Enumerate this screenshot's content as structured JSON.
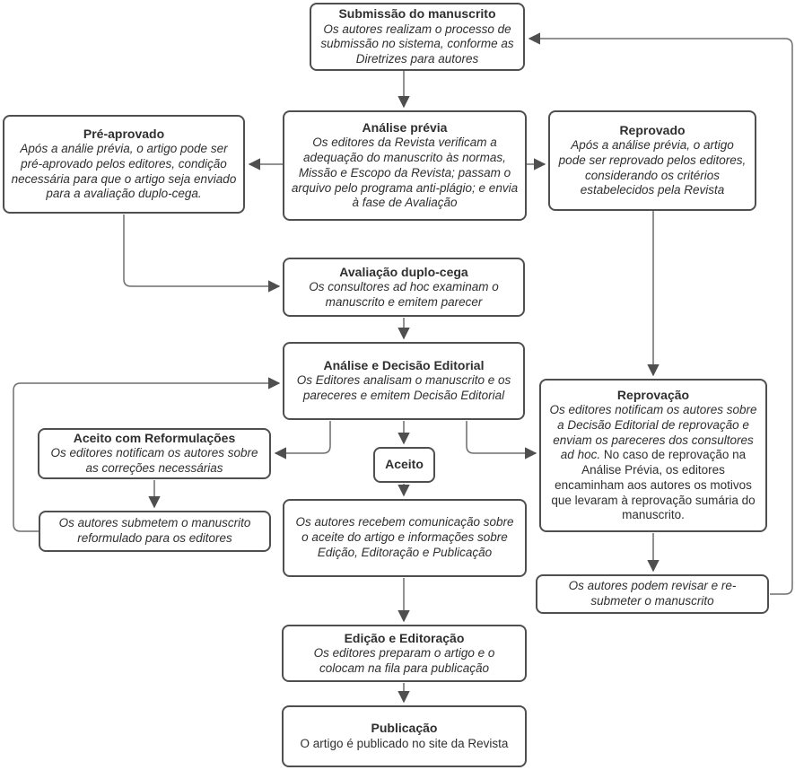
{
  "colors": {
    "canvas-bg": "#ffffff",
    "node-border": "#4f4f4f",
    "node-bg": "#ffffff",
    "text": "#2f2f2f",
    "connector": "#6e6e6e",
    "arrowhead": "#4f4f4f"
  },
  "diagram": {
    "nodes": {
      "submissao": {
        "title": "Submissão do manuscrito",
        "body": "Os autores realizam o processo de submissão no sistema, conforme as Diretrizes para autores"
      },
      "analise_previa": {
        "title": "Análise prévia",
        "body": "Os editores da Revista verificam a adequação do manuscrito às normas, Missão e Escopo da Revista; passam o arquivo pelo programa anti-plágio; e envia à fase de Avaliação"
      },
      "pre_aprovado": {
        "title": "Pré-aprovado",
        "body": "Após a análie prévia, o artigo pode ser pré-aprovado pelos editores, condição necessária para que o artigo seja enviado para a avaliação duplo-cega."
      },
      "reprovado": {
        "title": "Reprovado",
        "body": "Após a análise prévia, o artigo pode ser reprovado pelos editores, considerando os critérios estabelecidos pela Revista"
      },
      "avaliacao_duplo_cega": {
        "title": "Avaliação duplo-cega",
        "body": "Os consultores ad hoc examinam o manuscrito e emitem parecer"
      },
      "analise_decisao": {
        "title": "Análise e Decisão Editorial",
        "body": "Os Editores analisam o manuscrito e os pareceres e emitem Decisão Editorial"
      },
      "aceito_reformulacoes": {
        "title": "Aceito com Reformulações",
        "body": "Os editores notificam os autores sobre as correções necessárias"
      },
      "autores_submetem": {
        "body": "Os autores submetem o manuscrito reformulado para os editores"
      },
      "aceito": {
        "title": "Aceito"
      },
      "autores_recebem": {
        "body": "Os autores recebem comunicação sobre o aceite do artigo e informações sobre Edição, Editoração e Publicação"
      },
      "reprovacao": {
        "title": "Reprovação",
        "body_italic": "Os editores notificam os autores sobre a Decisão Editorial de reprovação e enviam os pareceres dos consultores ad hoc.",
        "body_regular": " No caso de reprovação na Análise Prévia, os editores encaminham aos autores os motivos que levaram à reprovação sumária do manuscrito."
      },
      "autores_revisar": {
        "body": "Os autores podem revisar e re-submeter o manuscrito"
      },
      "edicao_editoracao": {
        "title": "Edição e Editoração",
        "body": "Os editores preparam o artigo e o colocam na fila para publicação"
      },
      "publicacao": {
        "title": "Publicação",
        "body": "O artigo é publicado no site da Revista"
      }
    }
  }
}
